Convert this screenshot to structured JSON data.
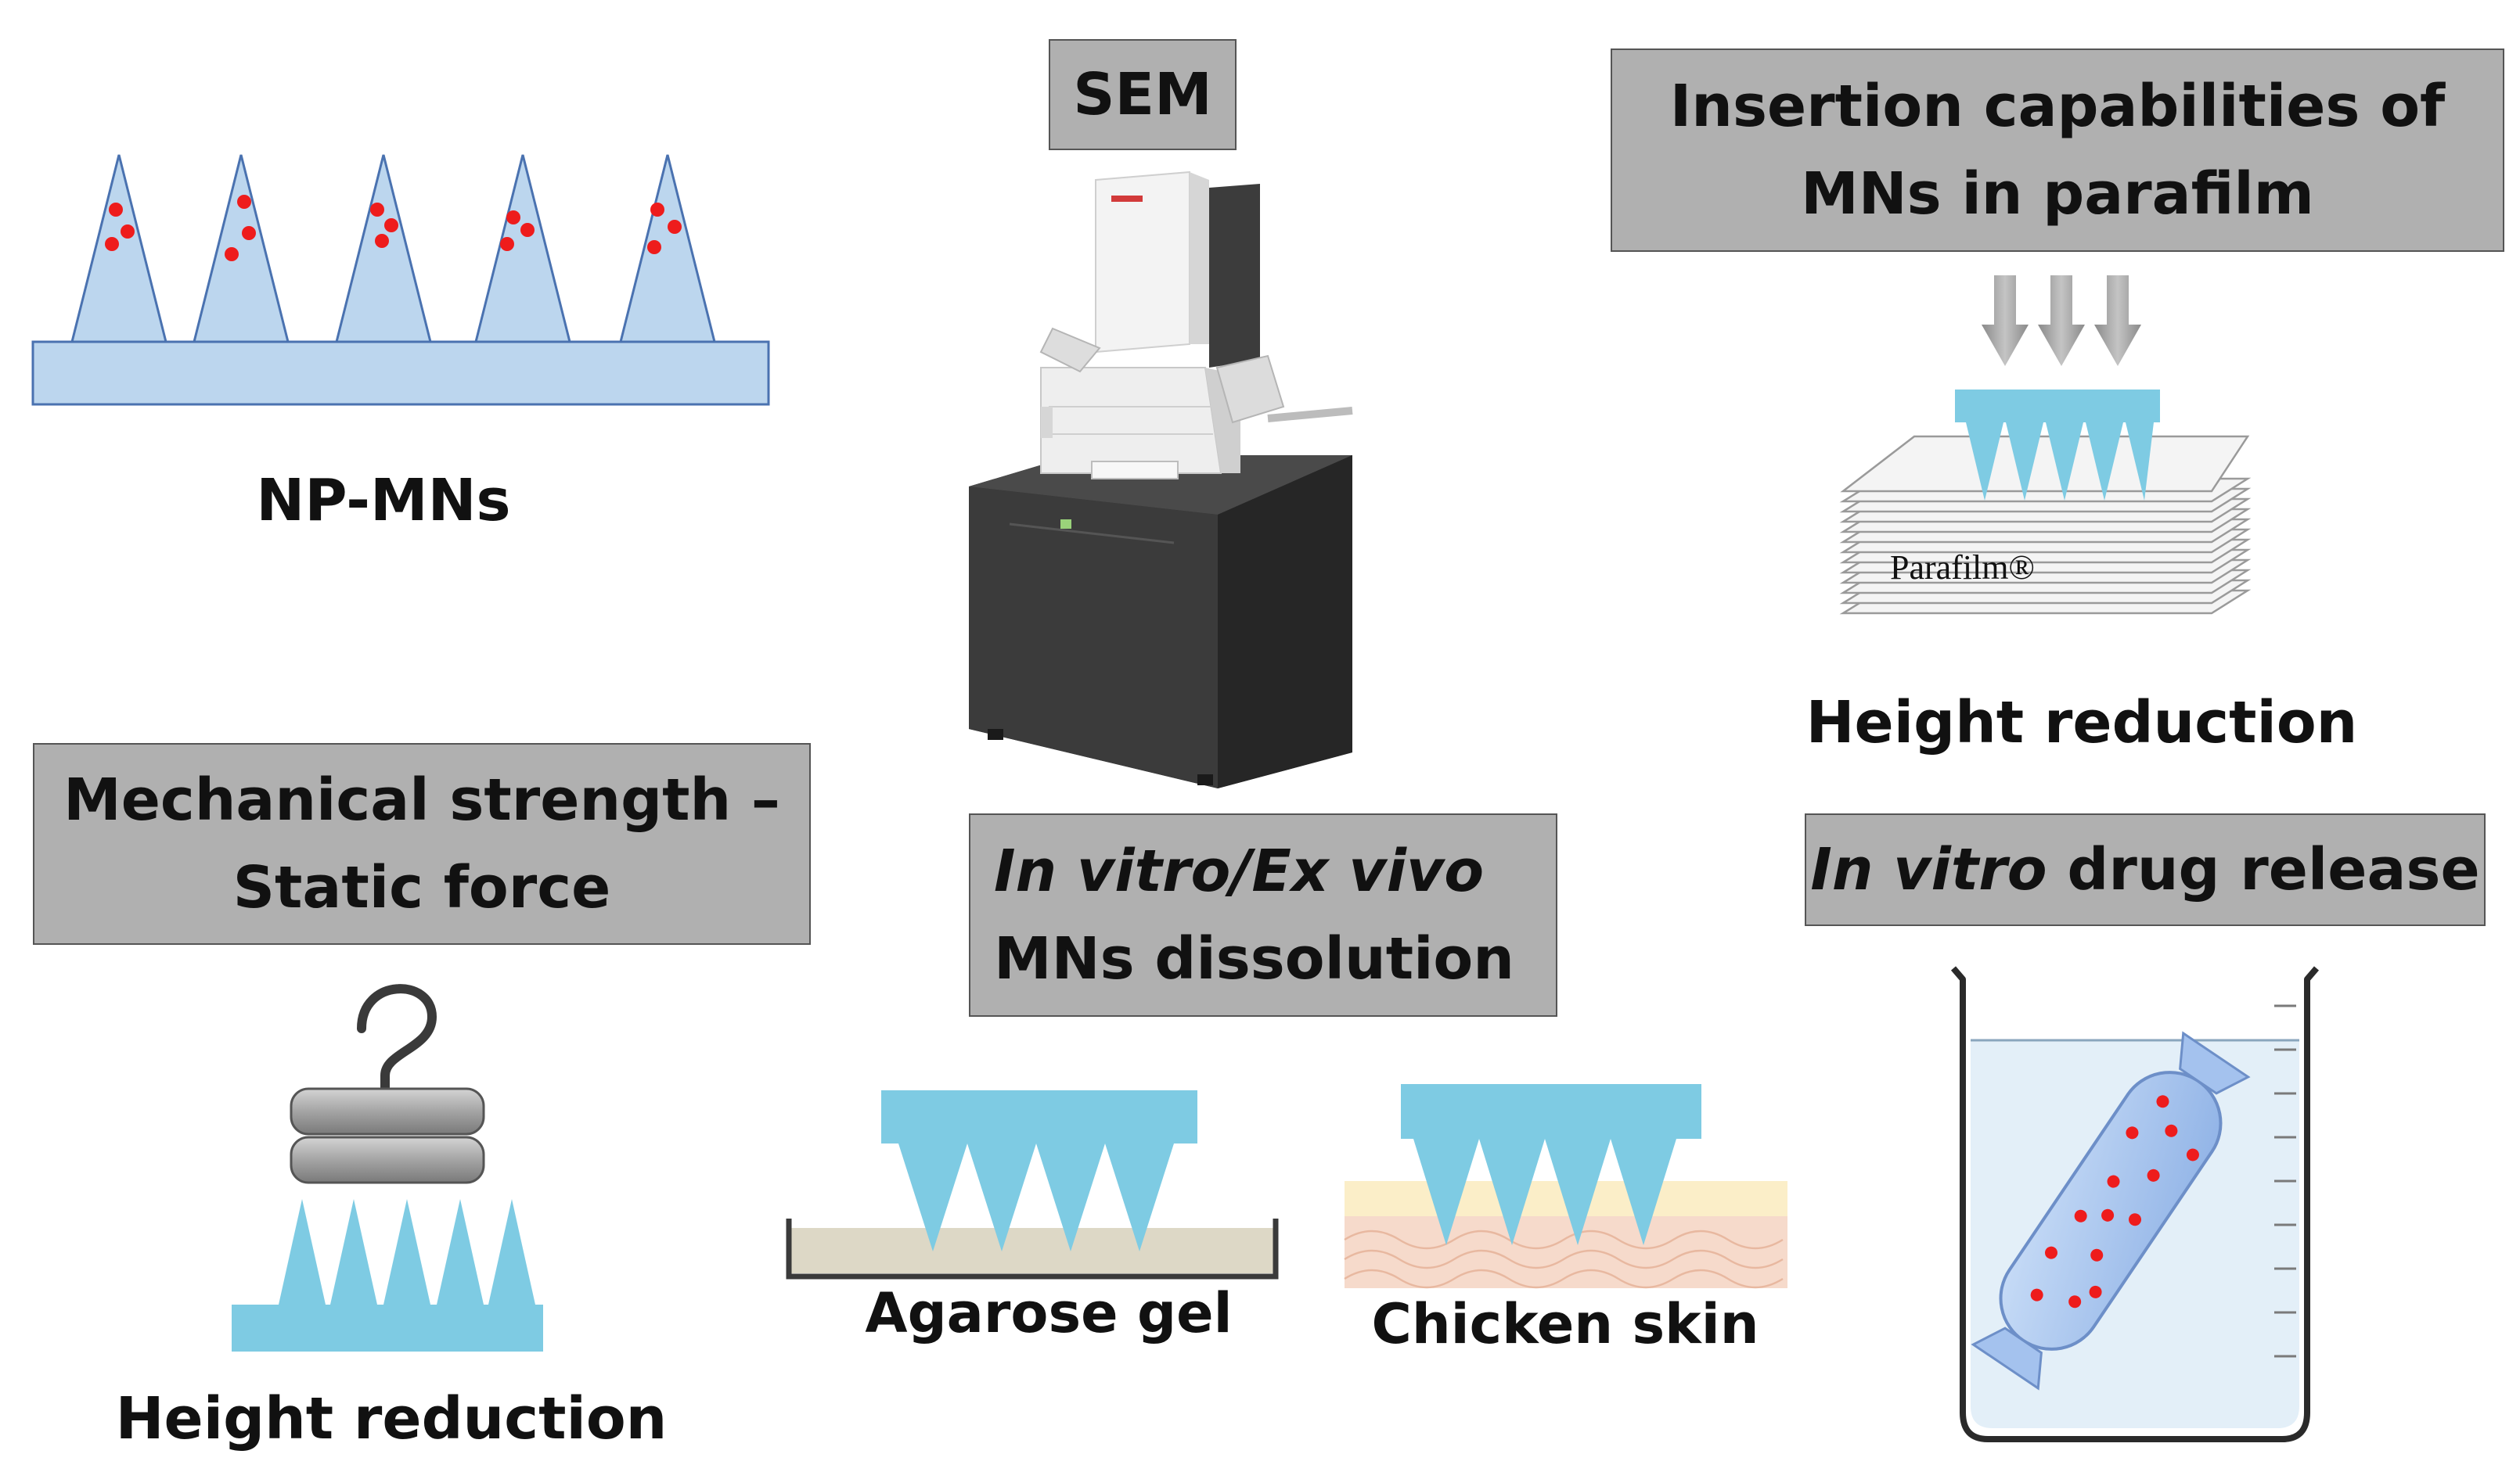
{
  "sections": {
    "np_mns": {
      "label": "NP-MNs"
    },
    "sem": {
      "label": "SEM"
    },
    "insertion": {
      "title_line1": "Insertion capabilities of",
      "title_line2": "MNs in parafilm",
      "film_label": "Parafilm®",
      "result": "Height reduction"
    },
    "mechanical": {
      "title_line1": "Mechanical strength –",
      "title_line2": "Static force",
      "result": "Height reduction"
    },
    "dissolution": {
      "title_line1_italic": "In vitro/Ex vivo",
      "title_line2": "MNs dissolution",
      "agarose_label": "Agarose gel",
      "skin_label": "Chicken skin"
    },
    "release": {
      "title_italic": "In vitro",
      "title_rest": " drug release"
    }
  },
  "colors": {
    "mn_fill": "#bcd6ee",
    "mn_stroke": "#4a72b0",
    "nanoparticle": "#ee1c1c",
    "patch_blue": "#7ecbe3",
    "box_fill": "#b0b0b0",
    "arrow_grey": "#9a9a9a",
    "sem_cabinet": "#3a3a3a",
    "gel": "#ddd8c6",
    "skin_top": "#fbeec8",
    "skin_bottom": "#f6dacb",
    "beaker_liquid": "#e3eff8"
  }
}
